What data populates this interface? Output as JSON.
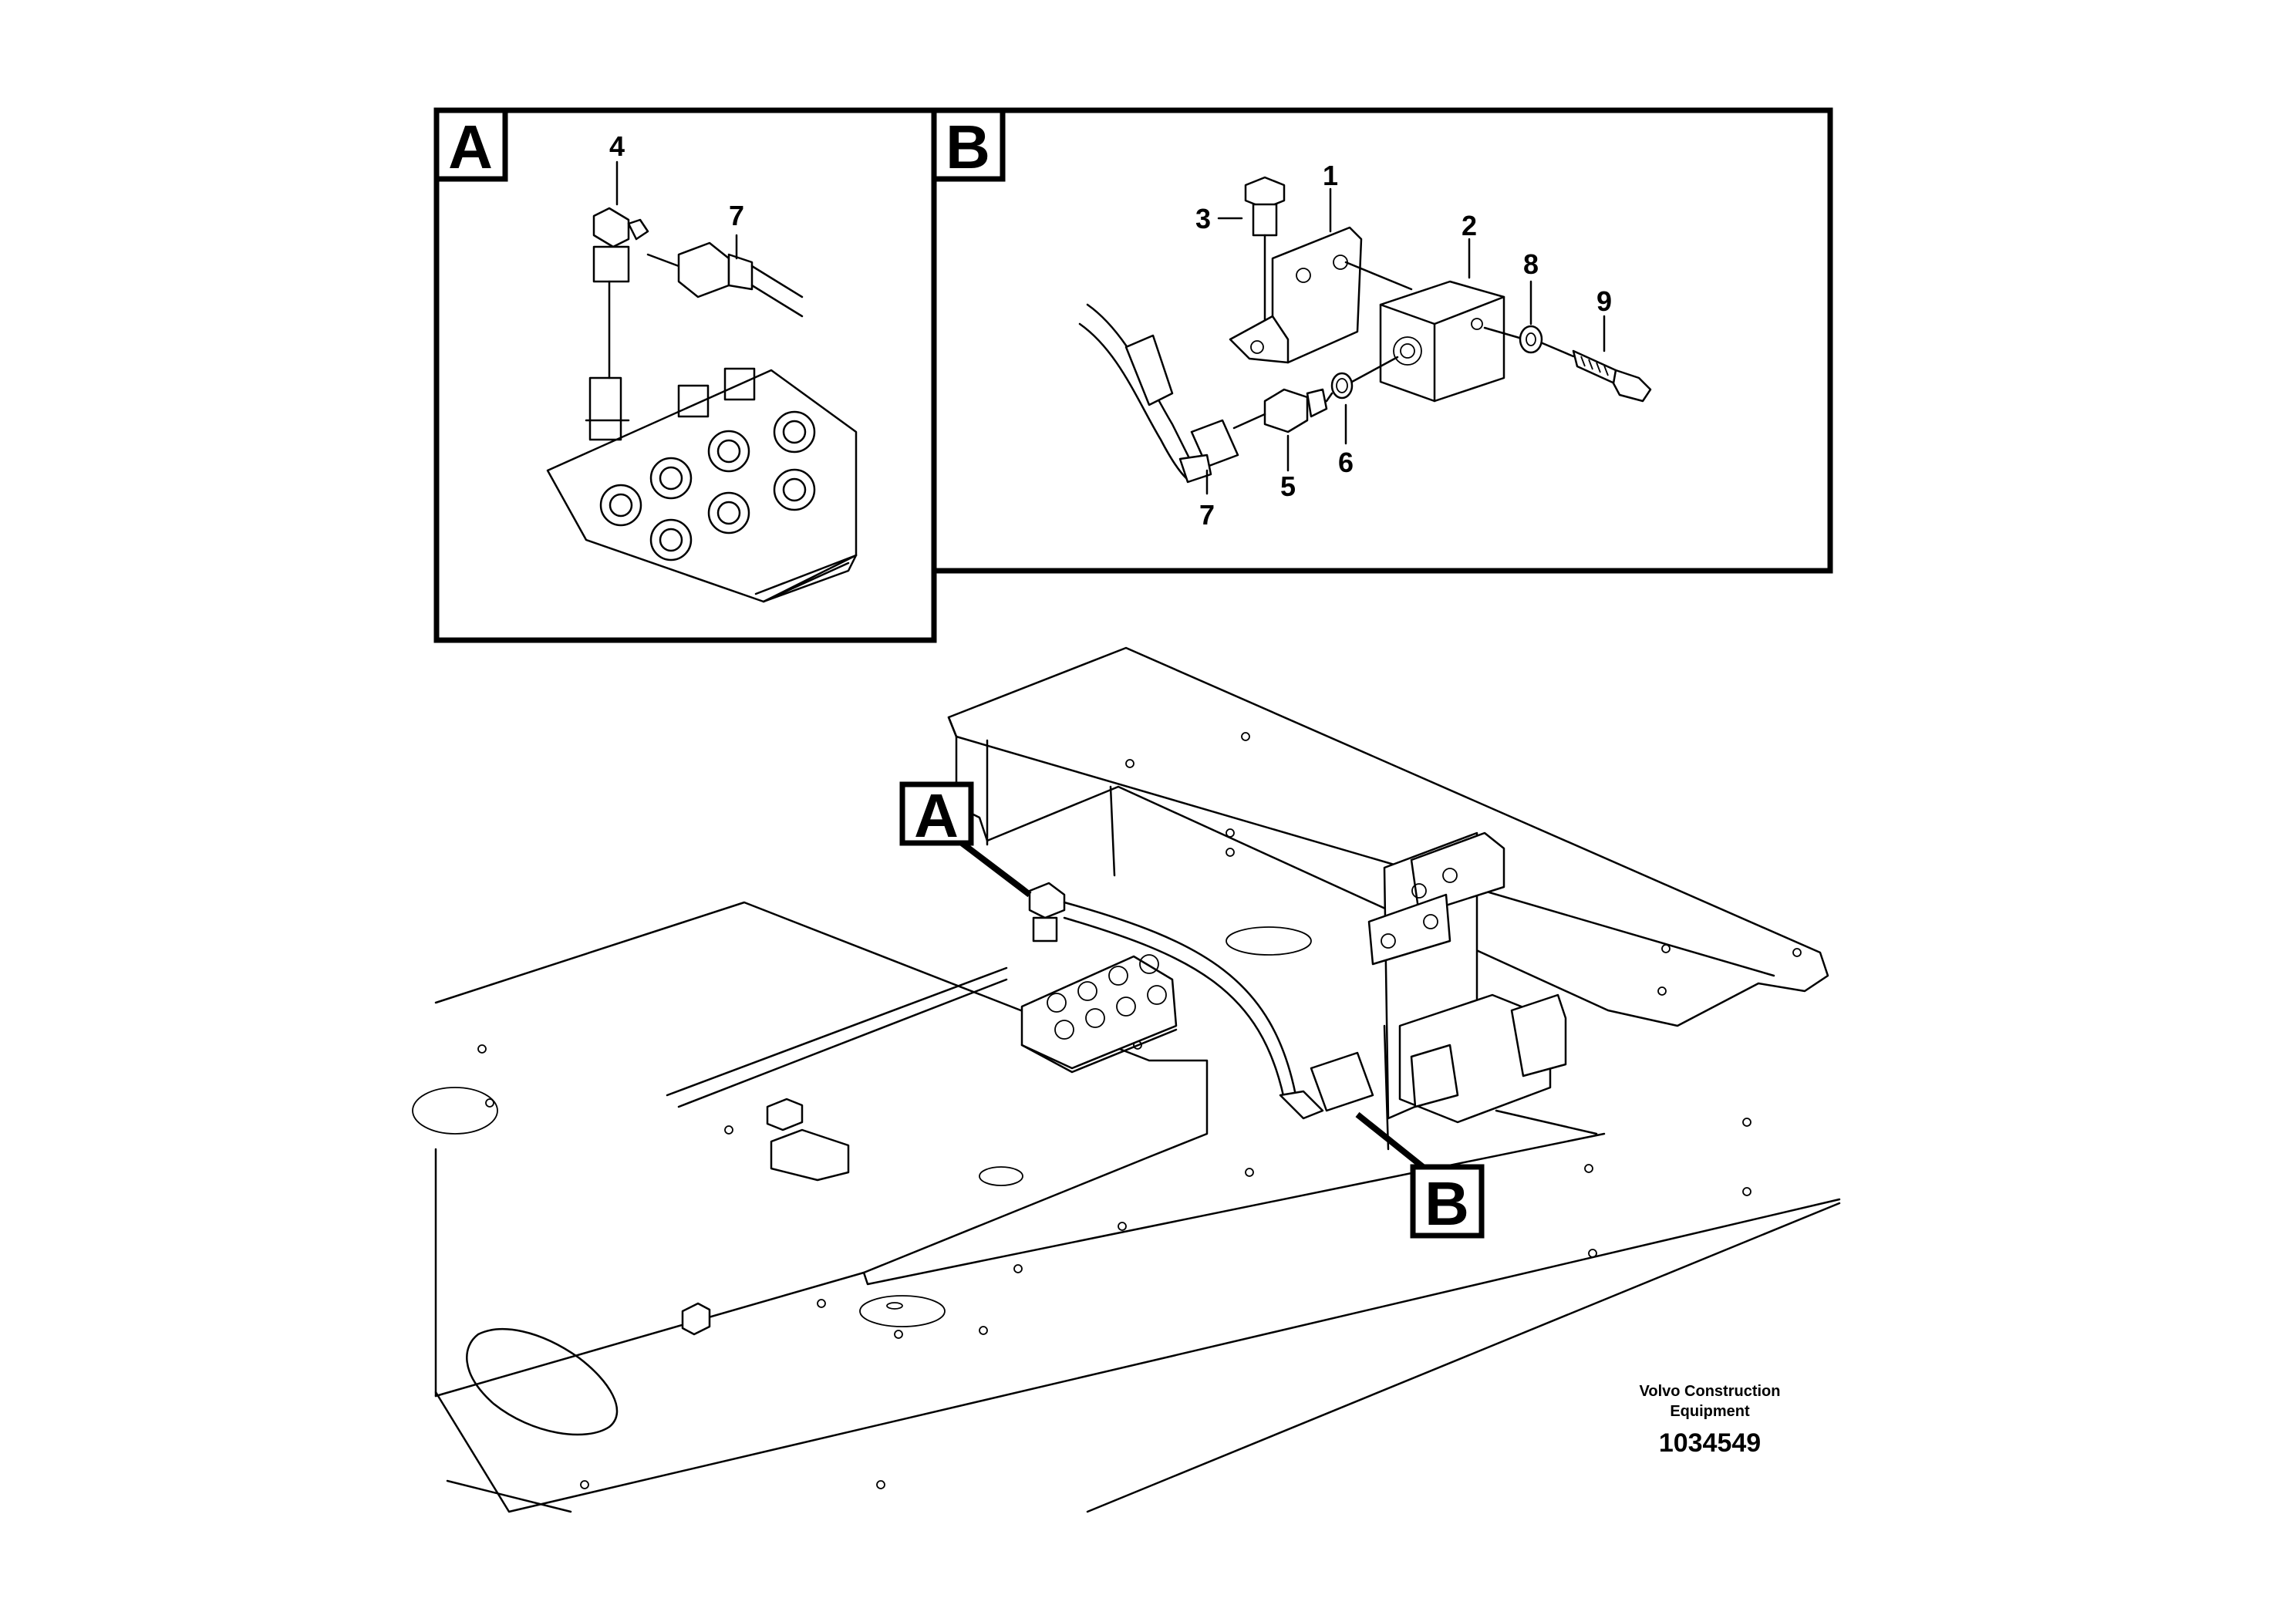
{
  "detail_a": {
    "letter": "A",
    "callouts": {
      "tee_fitting": "4",
      "hose": "7"
    }
  },
  "detail_b": {
    "letter": "B",
    "callouts": {
      "bracket": "1",
      "valve_block": "2",
      "flange_screw": "3",
      "adapter": "5",
      "o_ring": "6",
      "hose": "7",
      "washer": "8",
      "bolt": "9"
    }
  },
  "overview": {
    "marker_a": "A",
    "marker_b": "B"
  },
  "footer": {
    "company_line1": "Volvo Construction",
    "company_line2": "Equipment",
    "doc_number": "1034549"
  }
}
